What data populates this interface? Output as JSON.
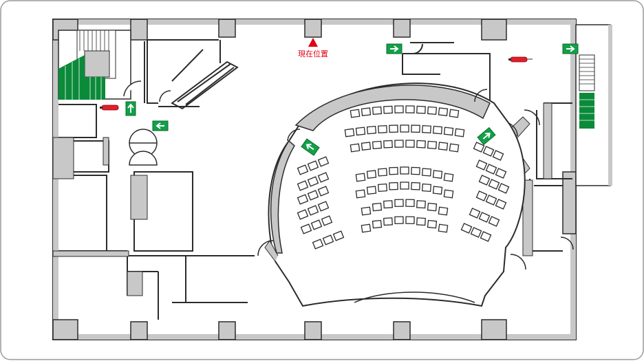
{
  "map": {
    "you_are_here_label": "現在位置",
    "colors": {
      "wall_fill": "#c8c8c8",
      "wall_stroke": "#2b2b2b",
      "stair_green": "#0b8a3a",
      "exit_sign_green": "#12a048",
      "extinguisher_red": "#e0202a",
      "marker_red": "#e00010"
    },
    "icons": {
      "exit_sign": "exit-arrow-sign",
      "extinguisher": "fire-extinguisher",
      "current_location": "red-triangle"
    },
    "seating": {
      "center_rows": [
        10,
        11,
        10,
        9,
        9,
        8,
        8
      ],
      "left_rows": [
        3,
        3,
        3,
        3,
        3,
        3
      ],
      "right_rows": [
        3,
        3,
        3,
        3,
        3,
        3
      ]
    }
  }
}
